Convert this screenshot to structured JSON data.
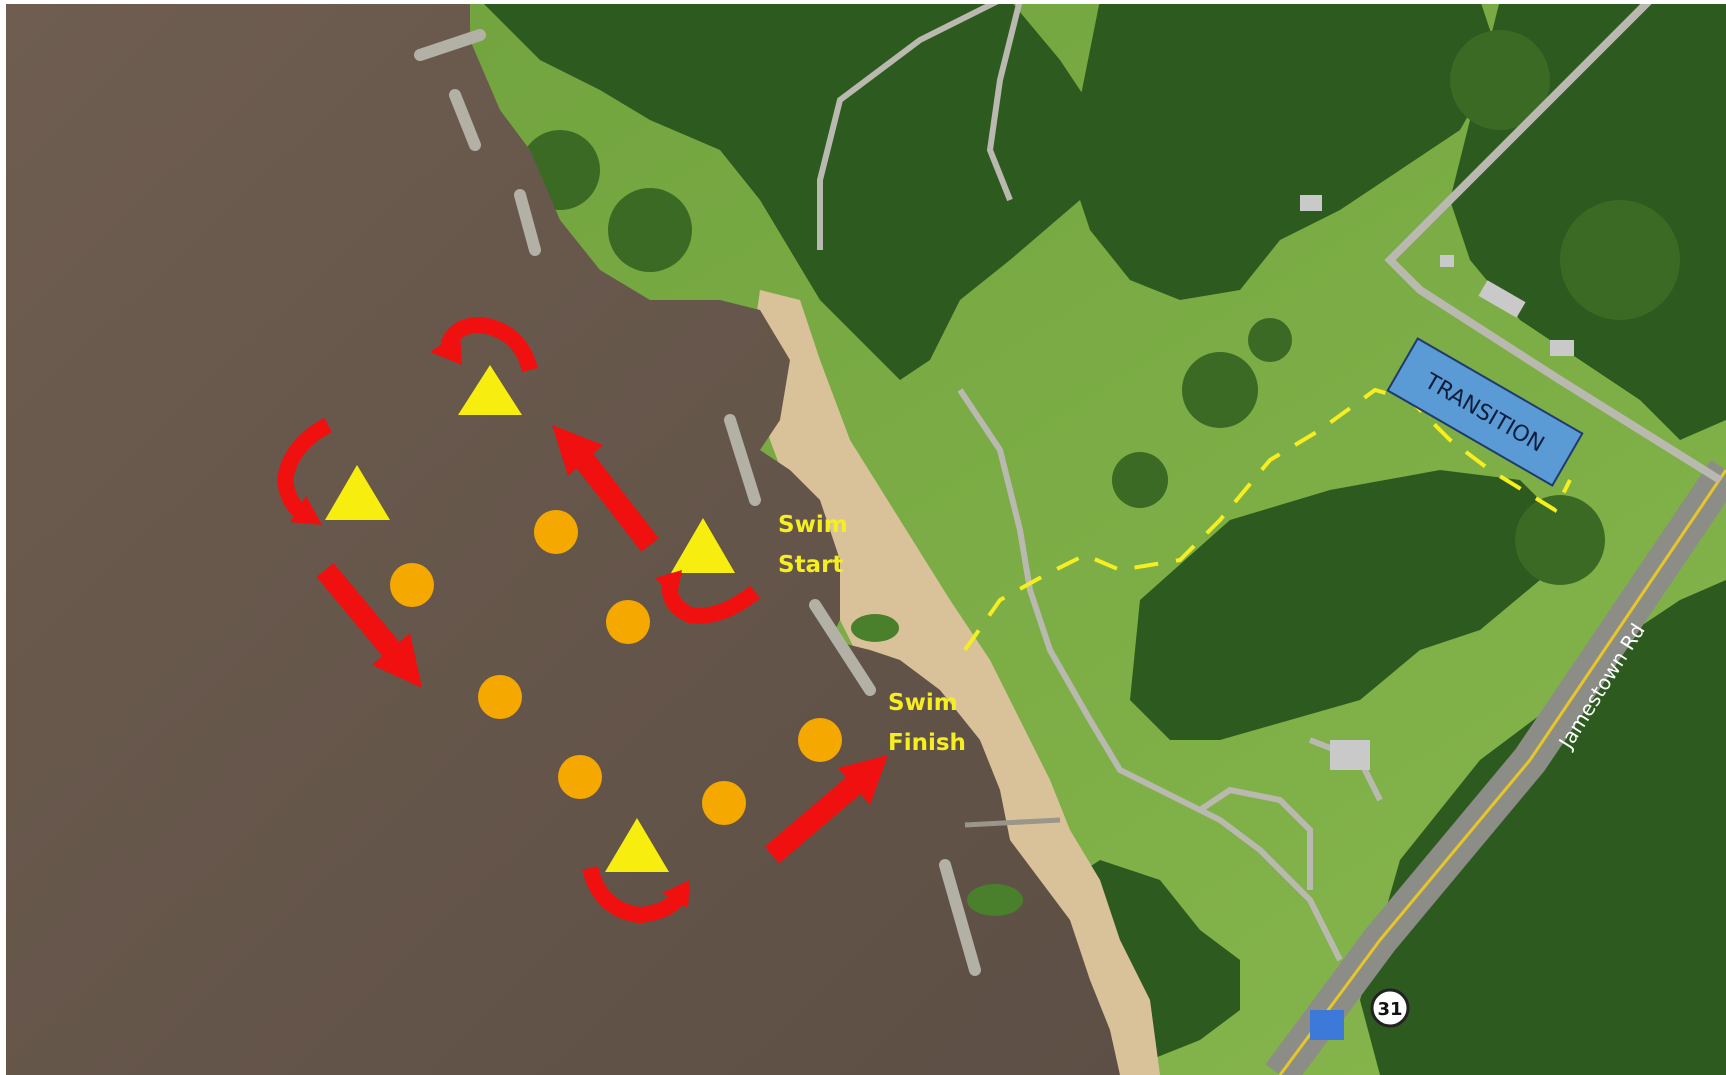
{
  "map": {
    "labels": {
      "swim_start_line1": "Swim",
      "swim_start_line2": "Start",
      "swim_finish_line1": "Swim",
      "swim_finish_line2": "Finish",
      "transition": "TRANSITION",
      "road_name": "Jamestown Rd",
      "route_shield": "31"
    },
    "colors": {
      "water": "#6a5a4e",
      "grass": "#7cae43",
      "forest": "#2f5a1f",
      "sand": "#d7bf97",
      "course_arrow": "#f01010",
      "marker_buoy": "#f7ee10",
      "turn_buoy": "#f5a800",
      "label_text": "#f5ee20",
      "transition_fill": "#5b9bd5",
      "path_dash": "#f5ee20"
    },
    "icons": {
      "course_arrow": "curved-red-arrow",
      "marker_buoy": "yellow-triangle",
      "turn_buoy": "orange-circle",
      "route_shield": "route-shield-icon"
    }
  }
}
